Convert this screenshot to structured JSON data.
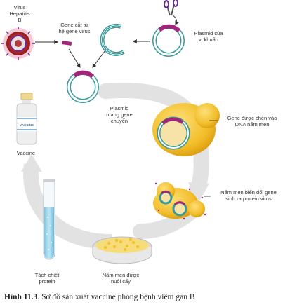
{
  "labels": {
    "virus": "Virus\nHepatitis B",
    "gene_cut": "Gene cắt từ\nhệ gene virus",
    "plasmid_bacteria": "Plasmid của\nvi khuẩn",
    "plasmid_gene": "Plasmid\nmang gene\nchuyển",
    "gene_inserted": "Gene được chèn vào\nDNA nấm men",
    "vaccine_bottle": "VACCINE",
    "vaccine": "Vaccine",
    "yeast_transform": "Nấm men biến đổi gene\nsinh ra protein virus",
    "extract_protein": "Tách chiết\nprotein",
    "yeast_culture": "Nấm men được\nnuôi cấy"
  },
  "caption": {
    "number": "Hình 11.3",
    "text": ". Sơ đồ sản xuất vaccine phòng bệnh viêm gan B"
  },
  "colors": {
    "plasmid": "#3b9a9a",
    "gene": "#a3257a",
    "yeast": "#f3c230",
    "virus": "#c92b2b",
    "arrow_gray": "#d8d8d8"
  }
}
